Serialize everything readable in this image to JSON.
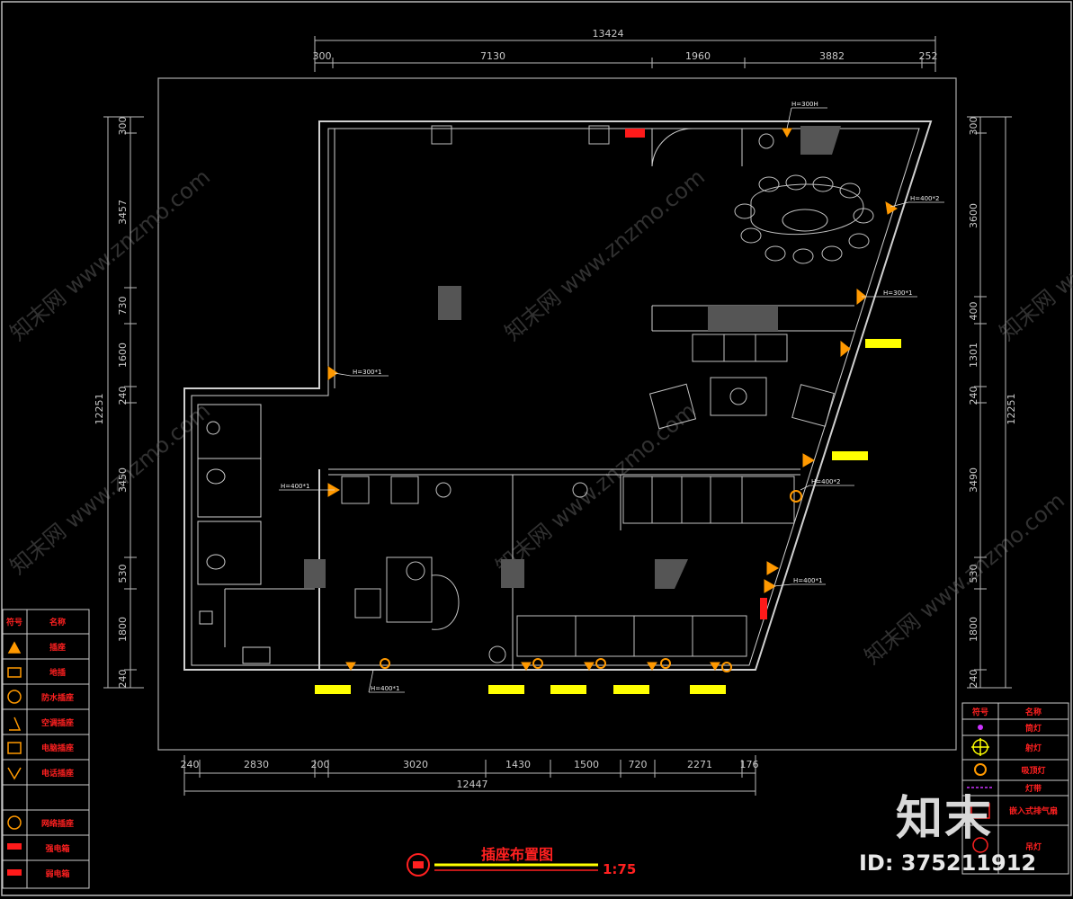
{
  "dims_top": {
    "total": "13424",
    "segments": [
      "300",
      "7130",
      "1960",
      "3882",
      "252"
    ]
  },
  "dims_bottom": {
    "total": "12447",
    "segments": [
      "240",
      "2830",
      "200",
      "3020",
      "1430",
      "1500",
      "720",
      "2271",
      "176"
    ]
  },
  "dims_left": {
    "total": "12251",
    "segments": [
      "300",
      "3457",
      "730",
      "1600",
      "240",
      "3450",
      "530",
      "1800",
      "240"
    ]
  },
  "dims_right": {
    "total": "12251",
    "segments": [
      "300",
      "3600",
      "400",
      "1301",
      "240",
      "3490",
      "530",
      "1800",
      "240"
    ]
  },
  "annotations": [
    "H=300H",
    "H=400*2",
    "H=300*1",
    "H=300*1",
    "H=400*1",
    "H=400*2",
    "H=400*1",
    "H=400*1"
  ],
  "legend_left": {
    "head_symbol": "符号",
    "head_name": "名称",
    "items": [
      "插座",
      "地插",
      "防水插座",
      "空调插座",
      "电脑插座",
      "电话插座",
      "网络插座",
      "强电箱",
      "弱电箱"
    ]
  },
  "legend_right": {
    "head_symbol": "符号",
    "head_name": "名称",
    "items": [
      "筒灯",
      "射灯",
      "吸顶灯",
      "灯带",
      "嵌入式排气扇",
      "吊灯"
    ]
  },
  "title": {
    "text": "插座布置图",
    "scale": "1:75"
  },
  "brand": "知末",
  "image_id": "ID: 375211912",
  "watermark": "知末网 www.znzmo.com",
  "colors": {
    "line": "#d0d0d0",
    "orange": "#ff9900",
    "yellow": "#ffff00",
    "red": "#ff2020",
    "legend_border": "#e0e0e0"
  }
}
